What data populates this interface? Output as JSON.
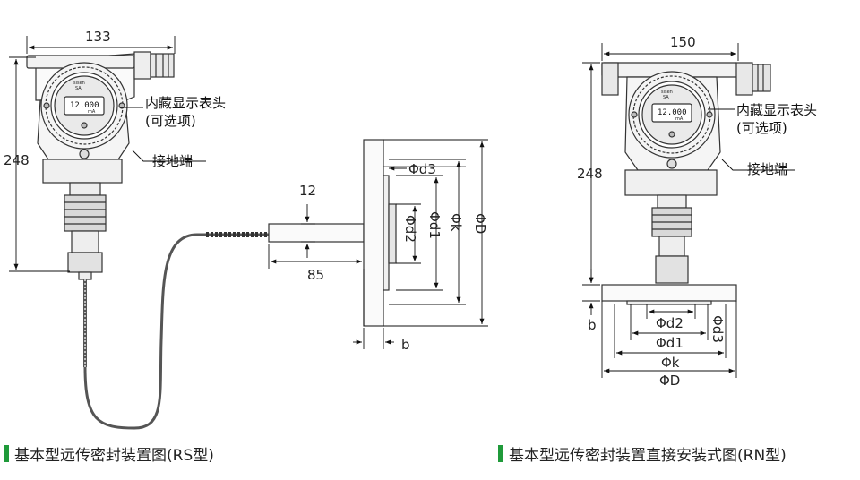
{
  "accent_color": "#1f9a3a",
  "left_figure": {
    "dim_width": "133",
    "dim_height": "248",
    "display_value": "12.000",
    "display_unit": "mA",
    "brand": "sisen",
    "brand_sub": "SA",
    "label_head_line1": "内藏显示表头",
    "label_head_line2": "(可选项)",
    "label_ground": "接地端",
    "dim_12": "12",
    "dim_85": "85",
    "flange_labels": [
      "Φd3",
      "Φd2",
      "Φd1",
      "Φk",
      "ΦD"
    ],
    "dim_b": "b"
  },
  "right_figure": {
    "dim_width": "150",
    "dim_height": "248",
    "display_value": "12.000",
    "display_unit": "mA",
    "brand": "sisen",
    "brand_sub": "SA",
    "label_head_line1": "内藏显示表头",
    "label_head_line2": "(可选项)",
    "label_ground": "接地端",
    "dim_b": "b",
    "flange_labels": [
      "Φd2",
      "Φd3",
      "Φd1",
      "Φk",
      "ΦD"
    ]
  },
  "captions": {
    "left": "基本型远传密封装置图(RS型)",
    "right": "基本型远传密封装置直接安装式图(RN型)"
  }
}
